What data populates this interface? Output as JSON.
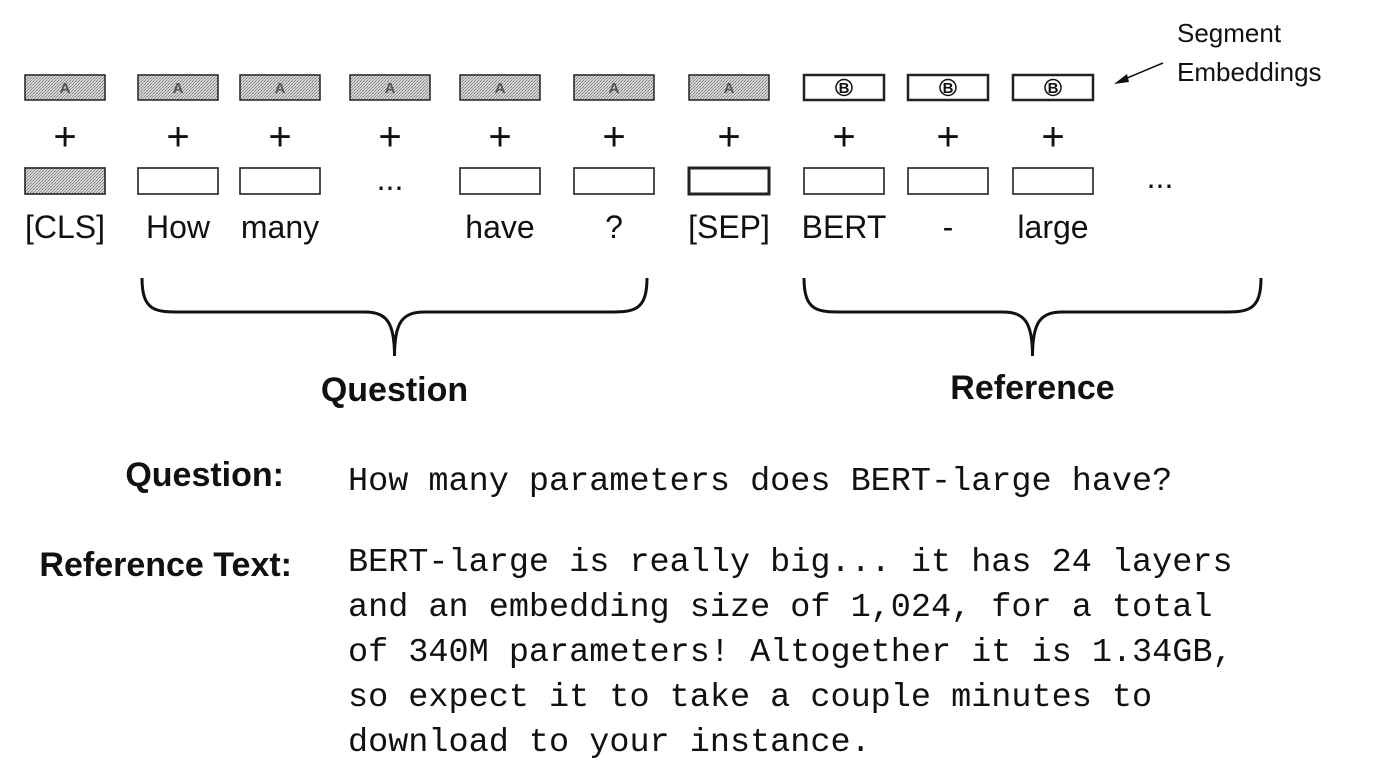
{
  "diagram": {
    "segment_embeddings_label": [
      "Segment",
      "Embeddings"
    ],
    "tokens": [
      {
        "text": "[CLS]",
        "segment": "A",
        "shaded_box": true
      },
      {
        "text": "How",
        "segment": "A"
      },
      {
        "text": "many",
        "segment": "A"
      },
      {
        "text": "...",
        "segment": "A",
        "is_ellipsis": true
      },
      {
        "text": "have",
        "segment": "A"
      },
      {
        "text": "?",
        "segment": "A"
      },
      {
        "text": "[SEP]",
        "segment": "A",
        "bold_box": true
      },
      {
        "text": "BERT",
        "segment": "B"
      },
      {
        "text": "-",
        "segment": "B"
      },
      {
        "text": "large",
        "segment": "B"
      }
    ],
    "trailing_ellipsis": "...",
    "plus_symbol": "+",
    "groups": [
      {
        "label": "Question"
      },
      {
        "label": "Reference"
      }
    ]
  },
  "example": {
    "question_label": "Question:",
    "question_text": "How many parameters does BERT-large have?",
    "reference_label": "Reference Text:",
    "reference_lines": [
      "BERT-large is really big... it has 24 layers",
      "and an embedding size of 1,024, for a total",
      "of 340M parameters! Altogether it is 1.34GB,",
      "so expect it to take a couple minutes to",
      "download to your instance."
    ]
  }
}
